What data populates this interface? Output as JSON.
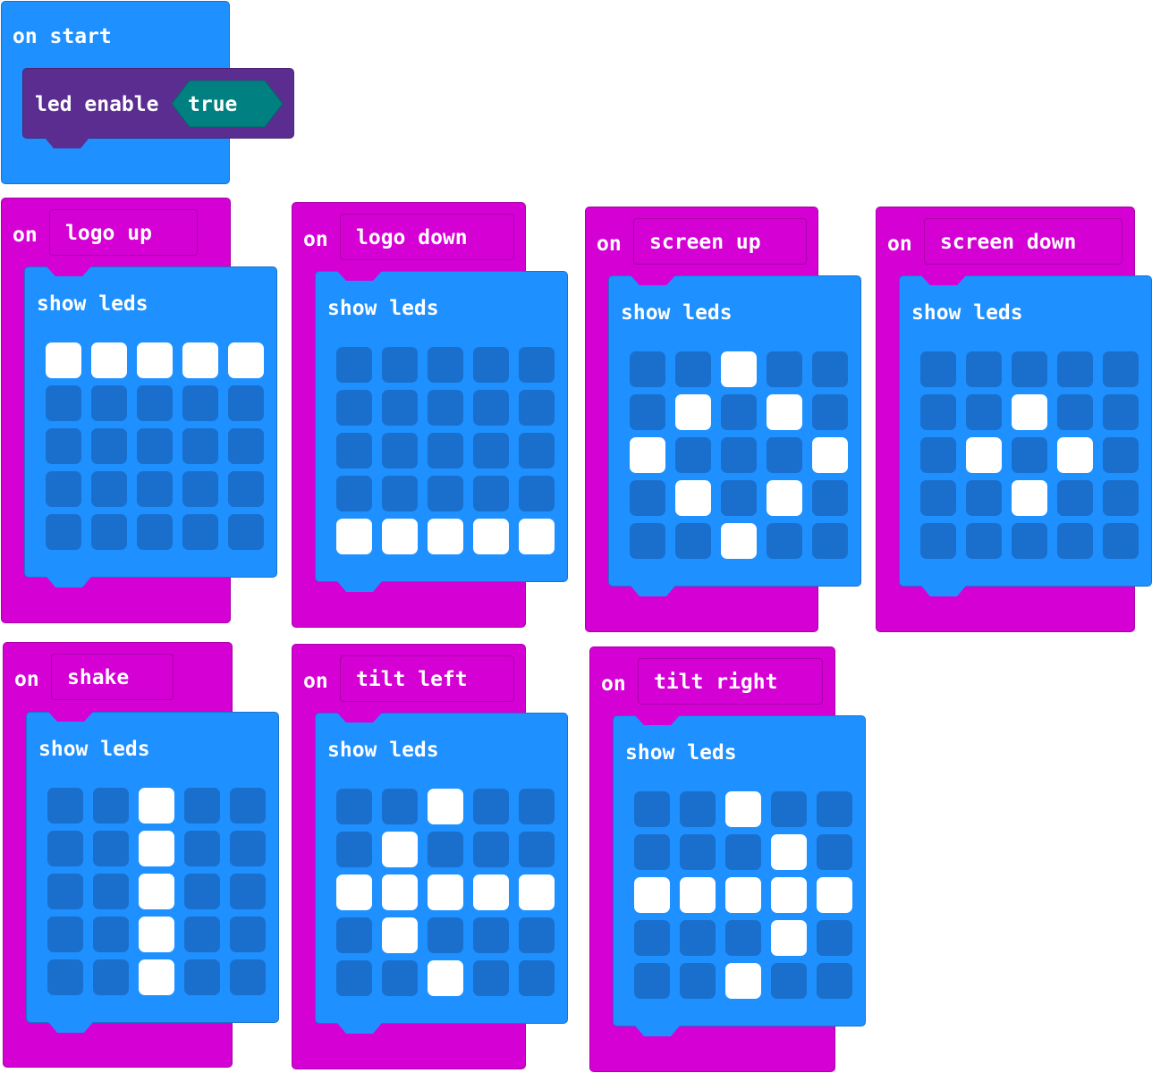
{
  "start": {
    "label": "on start",
    "led_enable_label": "led enable",
    "value_label": "true"
  },
  "events": [
    {
      "on_label": "on",
      "event_label": "logo up",
      "show_label": "show leds",
      "leds": [
        [
          1,
          1,
          1,
          1,
          1
        ],
        [
          0,
          0,
          0,
          0,
          0
        ],
        [
          0,
          0,
          0,
          0,
          0
        ],
        [
          0,
          0,
          0,
          0,
          0
        ],
        [
          0,
          0,
          0,
          0,
          0
        ]
      ]
    },
    {
      "on_label": "on",
      "event_label": "logo down",
      "show_label": "show leds",
      "leds": [
        [
          0,
          0,
          0,
          0,
          0
        ],
        [
          0,
          0,
          0,
          0,
          0
        ],
        [
          0,
          0,
          0,
          0,
          0
        ],
        [
          0,
          0,
          0,
          0,
          0
        ],
        [
          1,
          1,
          1,
          1,
          1
        ]
      ]
    },
    {
      "on_label": "on",
      "event_label": "screen up",
      "show_label": "show leds",
      "leds": [
        [
          0,
          0,
          1,
          0,
          0
        ],
        [
          0,
          1,
          0,
          1,
          0
        ],
        [
          1,
          0,
          0,
          0,
          1
        ],
        [
          0,
          1,
          0,
          1,
          0
        ],
        [
          0,
          0,
          1,
          0,
          0
        ]
      ]
    },
    {
      "on_label": "on",
      "event_label": "screen down",
      "show_label": "show leds",
      "leds": [
        [
          0,
          0,
          0,
          0,
          0
        ],
        [
          0,
          0,
          1,
          0,
          0
        ],
        [
          0,
          1,
          0,
          1,
          0
        ],
        [
          0,
          0,
          1,
          0,
          0
        ],
        [
          0,
          0,
          0,
          0,
          0
        ]
      ]
    },
    {
      "on_label": "on",
      "event_label": "shake",
      "show_label": "show leds",
      "leds": [
        [
          0,
          0,
          1,
          0,
          0
        ],
        [
          0,
          0,
          1,
          0,
          0
        ],
        [
          0,
          0,
          1,
          0,
          0
        ],
        [
          0,
          0,
          1,
          0,
          0
        ],
        [
          0,
          0,
          1,
          0,
          0
        ]
      ]
    },
    {
      "on_label": "on",
      "event_label": "tilt left",
      "show_label": "show leds",
      "leds": [
        [
          0,
          0,
          1,
          0,
          0
        ],
        [
          0,
          1,
          0,
          0,
          0
        ],
        [
          1,
          1,
          1,
          1,
          1
        ],
        [
          0,
          1,
          0,
          0,
          0
        ],
        [
          0,
          0,
          1,
          0,
          0
        ]
      ]
    },
    {
      "on_label": "on",
      "event_label": "tilt right",
      "show_label": "show leds",
      "leds": [
        [
          0,
          0,
          1,
          0,
          0
        ],
        [
          0,
          0,
          0,
          1,
          0
        ],
        [
          1,
          1,
          1,
          1,
          1
        ],
        [
          0,
          0,
          0,
          1,
          0
        ],
        [
          0,
          0,
          1,
          0,
          0
        ]
      ]
    }
  ],
  "colors": {
    "event_block": "#d400d4",
    "basic_block": "#1e90ff",
    "led_block": "#5c2d91",
    "logic_true": "#008080",
    "led_on": "#ffffff",
    "led_off": "#1a6fcc"
  }
}
